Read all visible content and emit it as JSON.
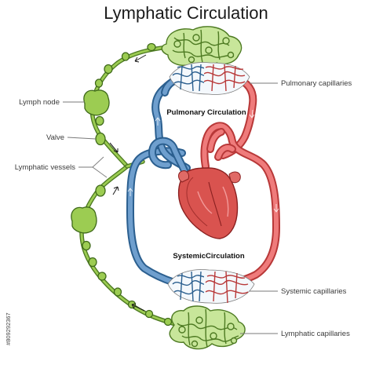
{
  "title": "Lymphatic Circulation",
  "sections": {
    "pulmonary": "Pulmonary Circulation",
    "systemic": "SystemicCirculation"
  },
  "labels": {
    "lymph_node": "Lymph node",
    "valve": "Valve",
    "lymphatic_vessels": "Lymphatic vessels",
    "pulmonary_capillaries": "Pulmonary capillaries",
    "systemic_capillaries": "Systemic capillaries",
    "lymphatic_capillaries": "Lymphatic capillaries"
  },
  "stock_id": "#809292367",
  "colors": {
    "vein": "#2b5f8f",
    "vein_light": "#6f9fce",
    "artery": "#b83838",
    "artery_light": "#ef7b7b",
    "lymph": "#4d7a22",
    "lymph_light": "#9ccc52",
    "heart": "#d9534f"
  }
}
